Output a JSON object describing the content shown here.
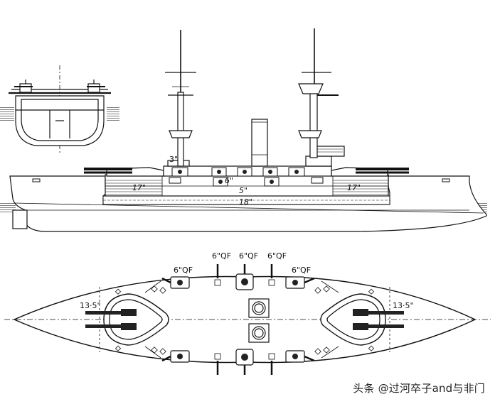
{
  "labels": {
    "armor_17_left": "17\"",
    "armor_17_right": "17\"",
    "armor_5": "5\"",
    "armor_18": "18\"",
    "armor_6": "6\"",
    "gun_3": "3\"",
    "gun_135_left": "13·5\"",
    "gun_135_right": "13·5\"",
    "qf_1": "6\"QF",
    "qf_2": "6\"QF",
    "qf_3": "6\"QF",
    "qf_4": "6\"QF",
    "qf_5": "6\"QF"
  },
  "watermark": "头条 @过河卒子and与非门"
}
